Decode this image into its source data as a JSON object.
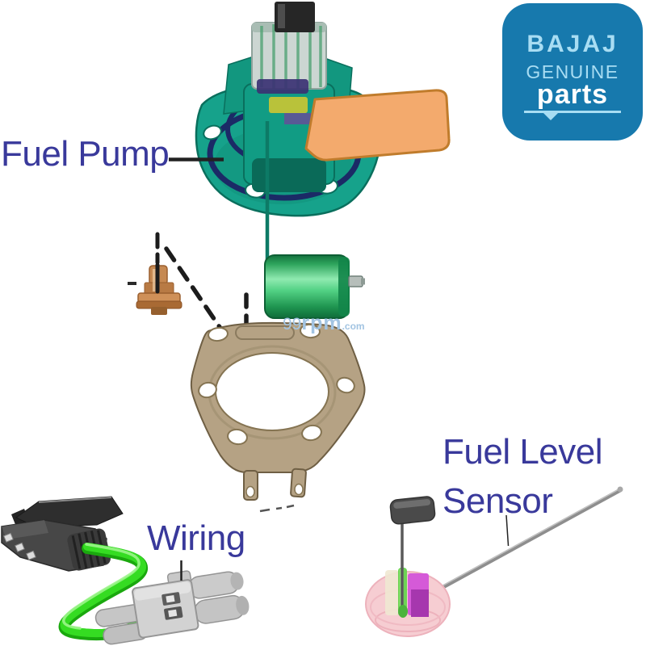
{
  "page": {
    "background": "#ffffff"
  },
  "badge": {
    "brand": "BAJAJ",
    "line2": "GENUINE",
    "line3": "parts",
    "bg_color": "#1779ad",
    "light_text_color": "#a8ddf3",
    "parts_text_color": "#ffffff"
  },
  "labels": {
    "fuel_pump": "Fuel Pump",
    "wiring": "Wiring",
    "fuel_level_line1": "Fuel Level",
    "fuel_level_line2": "Sensor",
    "color": "#39399b"
  },
  "watermark": {
    "num": "99",
    "brand": "rpm",
    "tld": ".com",
    "color": "#a2c4e2"
  },
  "illustration_colors": {
    "pump_teal": "#16a28b",
    "pump_dark_teal": "#0a6f5d",
    "oring_navy": "#1b2a66",
    "tag_orange": "#f3aa6d",
    "tag_border": "#c07c2c",
    "filter_green": "#52d184",
    "bolt_copper": "#c68952",
    "gasket_tan": "#b5a284",
    "cable_green": "#2fd41f",
    "connector_dark": "#474747",
    "connector_light": "#d2d2d2",
    "sensor_base_pink": "#f6cdd2",
    "sensor_magenta": "#d55ad8",
    "sensor_rod_gray": "#8e8e8e",
    "pointer_black": "#222222"
  }
}
